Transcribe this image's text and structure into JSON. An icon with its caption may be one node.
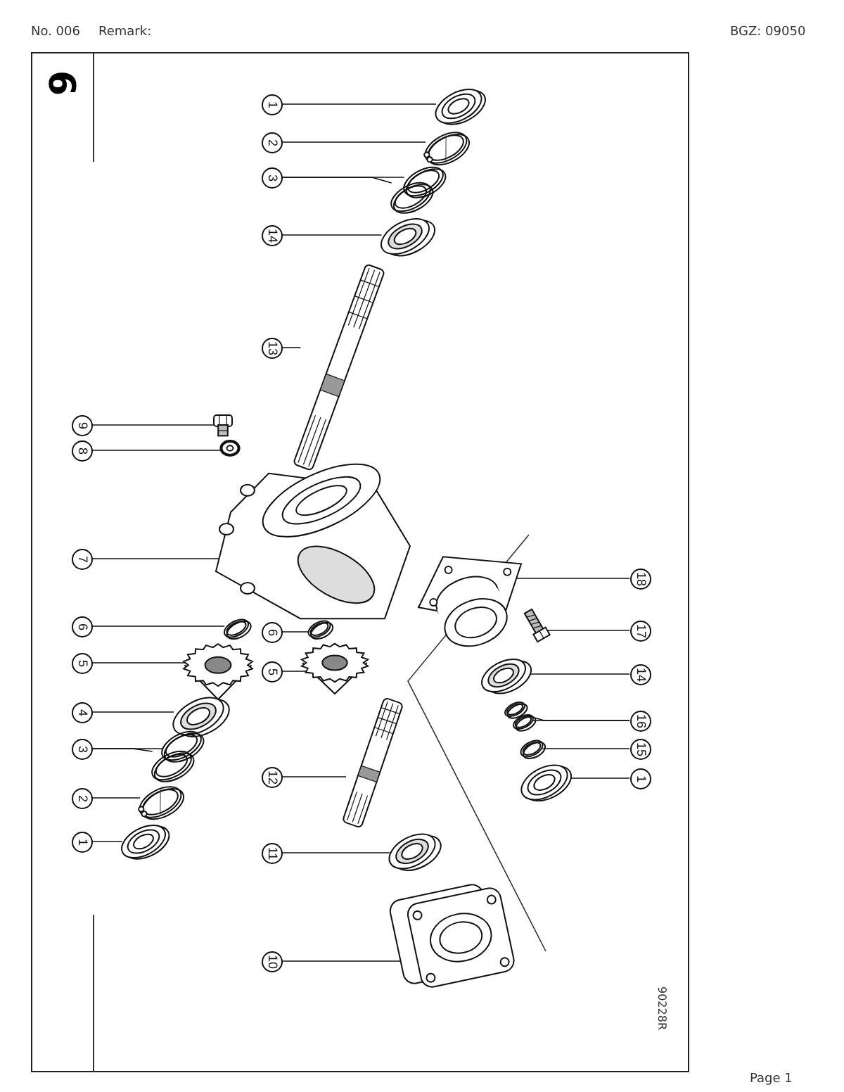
{
  "diagram": {
    "nodes": [
      {
        "text": [
          "1"
        ]
      },
      {
        "text": [
          "2"
        ]
      },
      {
        "text": [
          "3"
        ]
      },
      {
        "text": [
          "14"
        ]
      },
      {
        "text": [
          "13"
        ]
      },
      {
        "text": [
          "9"
        ]
      },
      {
        "text": [
          "8"
        ]
      },
      {
        "text": [
          "7"
        ]
      },
      {
        "text": [
          "18"
        ]
      },
      {
        "text": [
          "6"
        ]
      },
      {
        "text": [
          "17"
        ]
      },
      {
        "text": [
          "6"
        ]
      },
      {
        "text": [
          "5"
        ]
      },
      {
        "text": [
          "5"
        ]
      },
      {
        "text": [
          "14"
        ]
      },
      {
        "text": [
          "4"
        ]
      },
      {
        "text": [
          "16"
        ]
      },
      {
        "text": [
          "3"
        ]
      },
      {
        "text": [
          "15"
        ]
      },
      {
        "text": [
          "12"
        ]
      },
      {
        "text": [
          "1"
        ]
      },
      {
        "text": [
          "2"
        ]
      },
      {
        "text": [
          "1"
        ]
      },
      {
        "text": [
          "11"
        ]
      },
      {
        "text": [
          "10"
        ]
      },
      {
        "text": [],
        "shape": "picture"
      },
      {
        "text": [],
        "shape": "picture"
      },
      {
        "text": [],
        "shape": "picture"
      },
      {
        "text": [],
        "shape": "picture"
      },
      {
        "text": [],
        "shape": "picture"
      },
      {
        "text": [],
        "shape": "picture"
      },
      {
        "text": [],
        "shape": "picture"
      },
      {
        "text": [],
        "shape": "picture"
      },
      {
        "text": [],
        "shape": "picture"
      },
      {
        "text": [],
        "shape": "picture"
      },
      {
        "text": [],
        "shape": "picture"
      },
      {
        "text": [],
        "shape": "picture"
      },
      {
        "text": [],
        "shape": "picture"
      },
      {
        "text": [],
        "shape": "picture"
      },
      {
        "text": [],
        "shape": "picture"
      },
      {
        "text": [],
        "shape": "picture"
      },
      {
        "text": [],
        "shape": "picture"
      },
      {
        "text": [],
        "shape": "picture"
      },
      {
        "text": [],
        "shape": "picture"
      },
      {
        "text": [],
        "shape": "picture"
      },
      {
        "text": [],
        "shape": "picture"
      },
      {
        "text": [],
        "shape": "picture"
      },
      {
        "text": [],
        "shape": "picture"
      },
      {
        "text": [],
        "shape": "picture"
      },
      {
        "text": [],
        "shape": "picture"
      },
      {
        "text": [],
        "shape": "picture"
      },
      {
        "text": [],
        "shape": "picture"
      },
      {
        "text": [],
        "shape": "picture"
      }
    ],
    "edges": [
      {
        "from": 0,
        "to": 25,
        "arrow": "none"
      },
      {
        "from": 1,
        "to": 26,
        "arrow": "none"
      },
      {
        "from": 2,
        "to": 27,
        "arrow": "none"
      },
      {
        "from": 2,
        "to": 28,
        "arrow": "none"
      },
      {
        "from": 3,
        "to": 29,
        "arrow": "none"
      },
      {
        "from": 4,
        "to": 30,
        "arrow": "none"
      },
      {
        "from": 5,
        "to": 31,
        "arrow": "none"
      },
      {
        "from": 6,
        "to": 32,
        "arrow": "none"
      },
      {
        "from": 7,
        "to": 33,
        "arrow": "none"
      },
      {
        "from": 8,
        "to": 46,
        "arrow": "none"
      },
      {
        "from": 9,
        "to": 34,
        "arrow": "none"
      },
      {
        "from": 10,
        "to": 47,
        "arrow": "none"
      },
      {
        "from": 11,
        "to": 41,
        "arrow": "none"
      },
      {
        "from": 12,
        "to": 35,
        "arrow": "none"
      },
      {
        "from": 13,
        "to": 42,
        "arrow": "none"
      },
      {
        "from": 14,
        "to": 48,
        "arrow": "none"
      },
      {
        "from": 15,
        "to": 36,
        "arrow": "none"
      },
      {
        "from": 16,
        "to": 49,
        "arrow": "none"
      },
      {
        "from": 16,
        "to": 50,
        "arrow": "none"
      },
      {
        "from": 17,
        "to": 37,
        "arrow": "none"
      },
      {
        "from": 17,
        "to": 38,
        "arrow": "none"
      },
      {
        "from": 18,
        "to": 51,
        "arrow": "none"
      },
      {
        "from": 19,
        "to": 43,
        "arrow": "none"
      },
      {
        "from": 20,
        "to": 52,
        "arrow": "none"
      },
      {
        "from": 21,
        "to": 39,
        "arrow": "none"
      },
      {
        "from": 22,
        "to": 40,
        "arrow": "none"
      },
      {
        "from": 23,
        "to": 44,
        "arrow": "none"
      },
      {
        "from": 24,
        "to": 45,
        "arrow": "none"
      }
    ],
    "labels": [
      "No. 006",
      "Remark:",
      "BGZ: 09050",
      "6",
      "90228R",
      "Page 1"
    ]
  }
}
